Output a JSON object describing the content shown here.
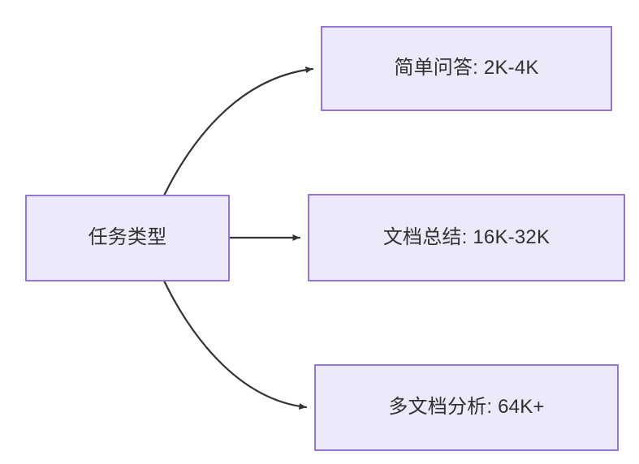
{
  "diagram": {
    "type": "flowchart",
    "direction": "left-to-right",
    "background_color": "#ffffff",
    "node_fill_color": "#ece9fb",
    "node_border_color": "#9474d4",
    "node_text_color": "#2f3130",
    "edge_color": "#333333",
    "nodes": [
      {
        "id": "root",
        "label": "任务类型",
        "role": "source"
      },
      {
        "id": "simple-qa",
        "label": "简单问答: 2K-4K",
        "role": "target"
      },
      {
        "id": "doc-summary",
        "label": "文档总结: 16K-32K",
        "role": "target"
      },
      {
        "id": "multi-doc",
        "label": "多文档分析: 64K+",
        "role": "target"
      }
    ],
    "edges": [
      {
        "id": "edge-root-to-simple-qa",
        "from": "root",
        "to": "simple-qa",
        "label": "",
        "style": "curved",
        "arrowhead": "filled-triangle"
      },
      {
        "id": "edge-root-to-doc-summary",
        "from": "root",
        "to": "doc-summary",
        "label": "",
        "style": "straight",
        "arrowhead": "filled-triangle"
      },
      {
        "id": "edge-root-to-multi-doc",
        "from": "root",
        "to": "multi-doc",
        "label": "",
        "style": "curved",
        "arrowhead": "filled-triangle"
      }
    ]
  }
}
